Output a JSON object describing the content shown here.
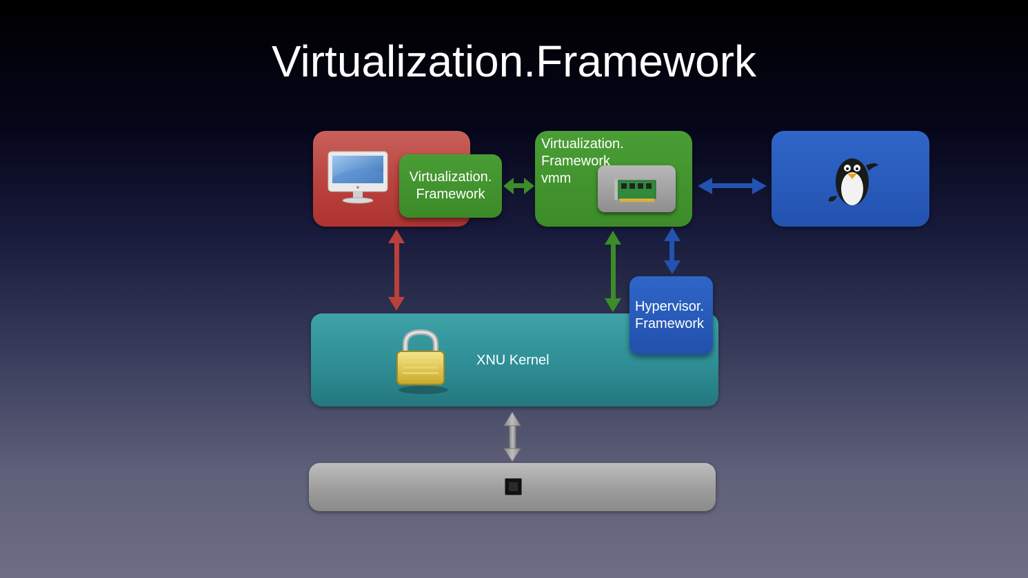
{
  "title": "Virtualization.Framework",
  "colors": {
    "host": "#b9403b",
    "framework": "#3c8c29",
    "guest": "#2352b0",
    "kernel": "#2d8c93",
    "hardware": "#9a9a9a"
  },
  "host_app": {
    "icon": "imac-icon",
    "framework_label_line1": "Virtualization.",
    "framework_label_line2": "Framework"
  },
  "vmm": {
    "label_line1": "Virtualization.",
    "label_line2": "Framework",
    "label_line3": "vmm",
    "icon": "expansion-card-icon"
  },
  "guest": {
    "icon": "linux-penguin-icon"
  },
  "hypervisor": {
    "label_line1": "Hypervisor.",
    "label_line2": "Framework"
  },
  "kernel": {
    "label": "XNU Kernel",
    "icon": "padlock-icon"
  },
  "hardware": {
    "icon": "chip-icon"
  }
}
